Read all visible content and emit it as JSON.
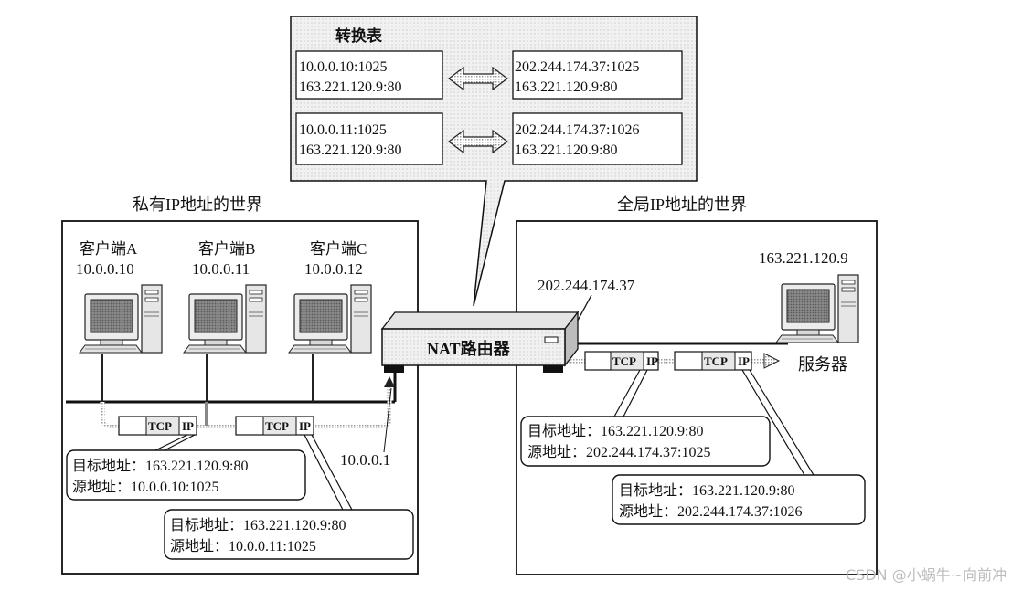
{
  "table": {
    "title": "转换表",
    "rows": [
      {
        "private_ip": "10.0.0.10:1025",
        "private_dst": "163.221.120.9:80",
        "global_ip": "202.244.174.37:1025",
        "global_dst": "163.221.120.9:80"
      },
      {
        "private_ip": "10.0.0.11:1025",
        "private_dst": "163.221.120.9:80",
        "global_ip": "202.244.174.37:1026",
        "global_dst": "163.221.120.9:80"
      }
    ]
  },
  "private_world": {
    "title": "私有IP地址的世界",
    "clients": [
      {
        "name": "客户端A",
        "ip": "10.0.0.10"
      },
      {
        "name": "客户端B",
        "ip": "10.0.0.11"
      },
      {
        "name": "客户端C",
        "ip": "10.0.0.12"
      }
    ],
    "router_inner_ip": "10.0.0.1",
    "callouts": [
      {
        "dst_label": "目标地址：",
        "dst": "163.221.120.9:80",
        "src_label": "源地址：",
        "src": "10.0.0.10:1025"
      },
      {
        "dst_label": "目标地址：",
        "dst": "163.221.120.9:80",
        "src_label": "源地址：",
        "src": "10.0.0.11:1025"
      }
    ]
  },
  "global_world": {
    "title": "全局IP地址的世界",
    "router_outer_ip": "202.244.174.37",
    "server_ip": "163.221.120.9",
    "server_label": "服务器",
    "callouts": [
      {
        "dst_label": "目标地址：",
        "dst": "163.221.120.9:80",
        "src_label": "源地址：",
        "src": "202.244.174.37:1025"
      },
      {
        "dst_label": "目标地址：",
        "dst": "163.221.120.9:80",
        "src_label": "源地址：",
        "src": "202.244.174.37:1026"
      }
    ]
  },
  "router": {
    "label": "NAT路由器"
  },
  "packet": {
    "tcp": "TCP",
    "ip": "IP"
  },
  "watermark": "CSDN @小蜗牛~向前冲"
}
